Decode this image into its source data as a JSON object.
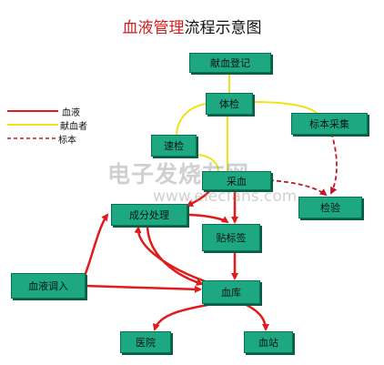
{
  "title": {
    "highlight": "血液管理",
    "rest": "流程示意图"
  },
  "legend": [
    {
      "label": "血液",
      "style": "red-solid"
    },
    {
      "label": "献血者",
      "style": "yellow-solid"
    },
    {
      "label": "标本",
      "style": "red-dashed"
    }
  ],
  "nodes": {
    "donation_registration": "献血登记",
    "physical_exam": "体检",
    "sample_collection": "标本采集",
    "quick_check": "速检",
    "blood_collection": "采血",
    "testing": "检验",
    "component_processing": "成分处理",
    "labeling": "贴标签",
    "blood_transfer": "血液调入",
    "blood_bank": "血库",
    "hospital": "医院",
    "blood_station": "血站"
  },
  "watermark": {
    "line1": "电子发烧友网",
    "line2": "www.elecfans.com"
  },
  "colors": {
    "node_fill": "#1ea882",
    "blood": "#e01b1b",
    "donor": "#f2e01a",
    "sample": "#c2182a"
  }
}
